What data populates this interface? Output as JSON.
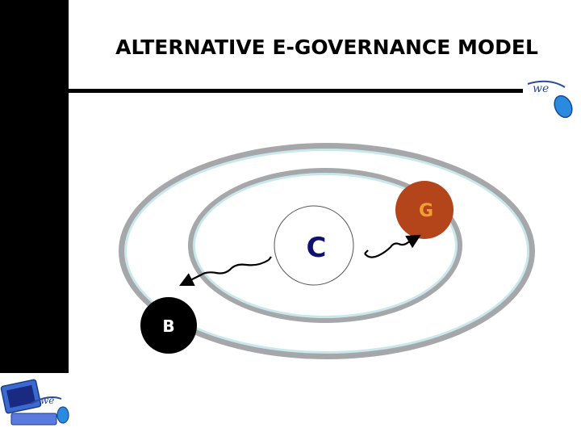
{
  "slide": {
    "title": "ALTERNATIVE E-GOVERNANCE MODEL",
    "logo_text": "we"
  },
  "diagram": {
    "nodes": [
      {
        "id": "C",
        "label": "C"
      },
      {
        "id": "G",
        "label": "G"
      },
      {
        "id": "B",
        "label": "B"
      }
    ],
    "colors": {
      "ring_fill": "#c9e8ec",
      "ring_stroke": "#a5a7aa",
      "node_c_fill": "#ffffff",
      "node_c_text": "#101070",
      "node_g_fill": "#b4441a",
      "node_g_text": "#f0a030",
      "node_b_fill": "#000000",
      "node_b_text": "#ffffff"
    },
    "connections": [
      {
        "from": "C",
        "to": "B",
        "style": "curly-arrow"
      },
      {
        "from": "C",
        "to": "G",
        "style": "curly-arrow"
      }
    ]
  }
}
